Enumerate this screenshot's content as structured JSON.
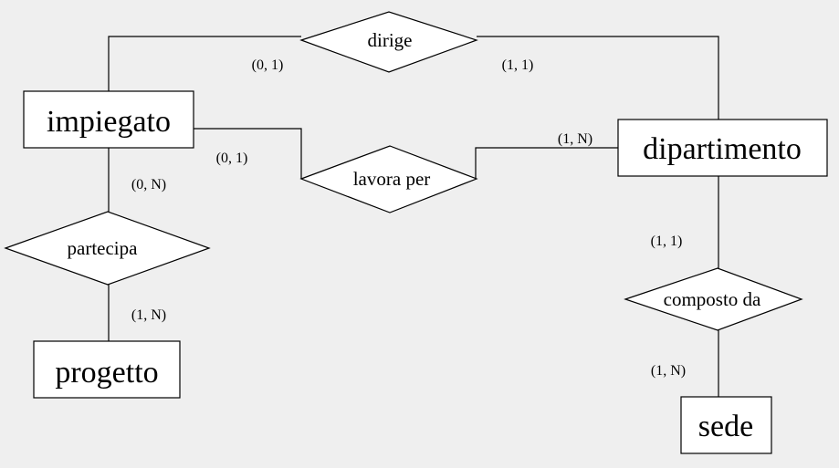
{
  "entities": {
    "impiegato": "impiegato",
    "dipartimento": "dipartimento",
    "progetto": "progetto",
    "sede": "sede"
  },
  "relationships": {
    "dirige": "dirige",
    "lavora_per": "lavora per",
    "partecipa": "partecipa",
    "composto_da": "composto da"
  },
  "cardinalities": {
    "dirige_impiegato": "(0, 1)",
    "dirige_dipartimento": "(1, 1)",
    "lavora_impiegato": "(0, 1)",
    "lavora_dipartimento": "(1, N)",
    "partecipa_impiegato": "(0, N)",
    "partecipa_progetto": "(1, N)",
    "composto_dipartimento": "(1, 1)",
    "composto_sede": "(1, N)"
  },
  "colors": {
    "background": "#efefef",
    "shape_fill": "#ffffff",
    "stroke": "#000000"
  }
}
